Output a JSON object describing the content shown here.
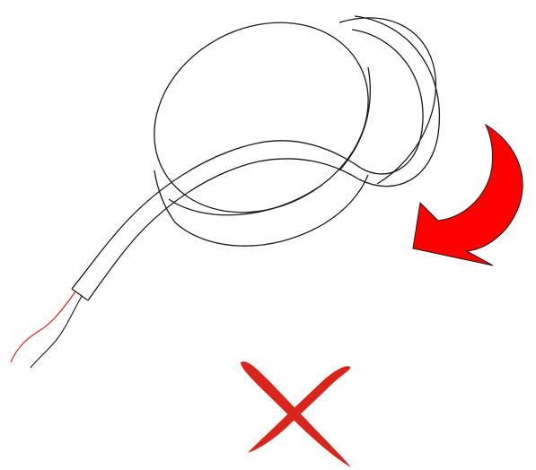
{
  "figure": {
    "subject": "round-puck-device-with-cable",
    "indicator": "rotate-arrow",
    "verdict": "incorrect",
    "colors": {
      "background": "#ffffff",
      "outline": "#1a1a1a",
      "arrow": "#ff0000",
      "cross": "#d9261c",
      "red_wire": "#e0201a",
      "black_wire": "#222222"
    }
  }
}
